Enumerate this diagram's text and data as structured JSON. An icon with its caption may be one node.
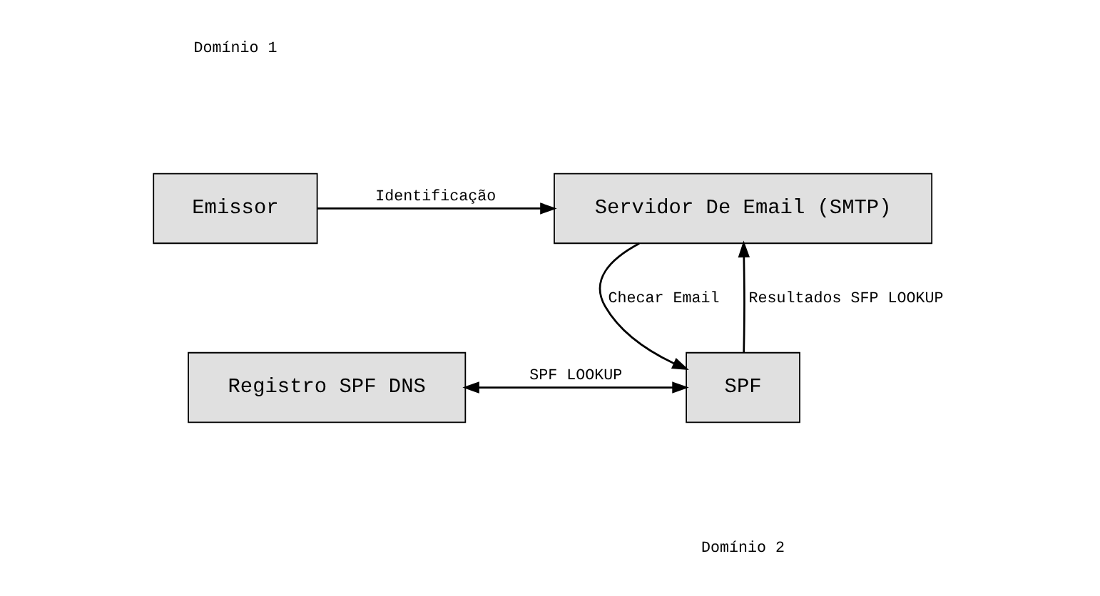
{
  "diagram": {
    "nodes": [
      {
        "text": [
          "Emissor"
        ]
      },
      {
        "text": [
          "Servidor De Email (SMTP)"
        ]
      },
      {
        "text": [
          "Registro SPF DNS"
        ]
      },
      {
        "text": [
          "SPF"
        ]
      }
    ],
    "edges": [
      {
        "from": 0,
        "to": 1,
        "arrow": "to",
        "label": "Identificação"
      },
      {
        "from": 1,
        "to": 3,
        "arrow": "to",
        "label": "Checar Email"
      },
      {
        "from": 3,
        "to": 1,
        "arrow": "to",
        "label": "Resultados SFP LOOKUP"
      },
      {
        "from": 2,
        "to": 3,
        "arrow": "both",
        "label": "SPF LOOKUP"
      }
    ],
    "labels": [
      "Domínio 1",
      "Domínio 2"
    ]
  }
}
